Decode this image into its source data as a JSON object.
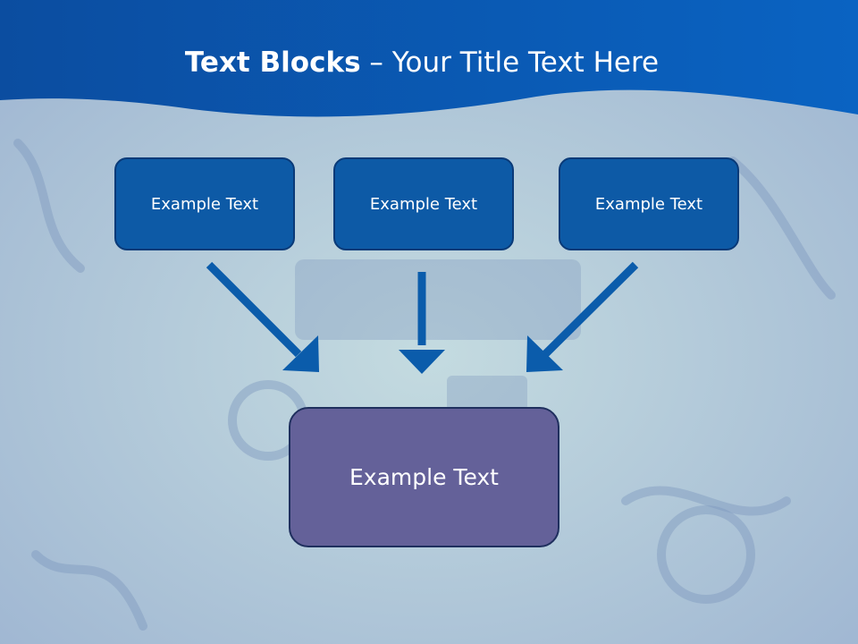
{
  "slide": {
    "title_bold": "Text Blocks",
    "title_dash": " – ",
    "title_rest": "Your Title Text Here"
  },
  "blocks": [
    {
      "label": "Example Text"
    },
    {
      "label": "Example Text"
    },
    {
      "label": "Example Text"
    }
  ],
  "target": {
    "label": "Example Text"
  },
  "colors": {
    "header_blue": "#0a4fa0",
    "block_fill": "#0d5aa6",
    "target_fill": "#646199",
    "arrow": "#0b5cab"
  }
}
